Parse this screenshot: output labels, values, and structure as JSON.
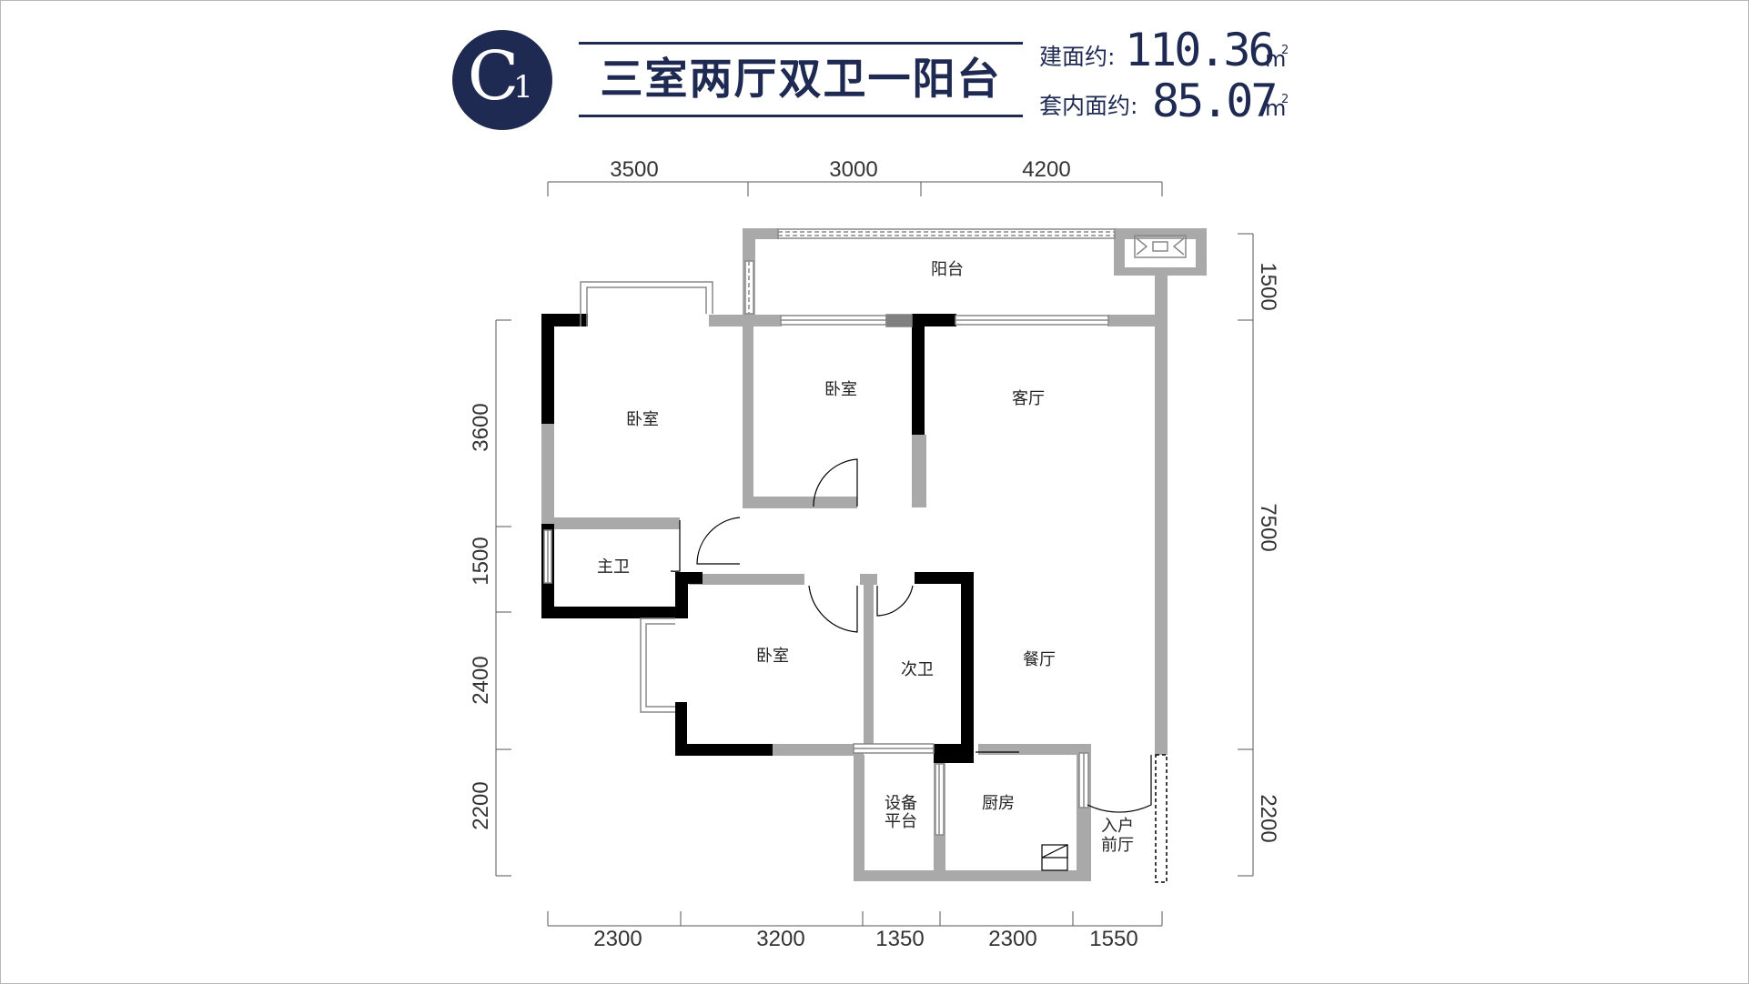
{
  "header": {
    "badge_letter": "C",
    "badge_number": "1",
    "layout_name": "三室两厅双卫一阳台",
    "building_area": {
      "label": "建面约:",
      "value": "110.36",
      "unit": "m",
      "sup": "2"
    },
    "interior_area": {
      "label": "套内面约:",
      "value": "85.07",
      "unit": "m",
      "sup": "2"
    }
  },
  "rooms": {
    "balcony": "阳台",
    "bedroom_master": "卧室",
    "bedroom_second": "卧室",
    "bedroom_third": "卧室",
    "living_room": "客厅",
    "dining_room": "餐厅",
    "master_bath": "主卫",
    "second_bath": "次卫",
    "equipment_line1": "设备",
    "equipment_line2": "平台",
    "kitchen": "厨房",
    "entry_line1": "入户",
    "entry_line2": "前厅"
  },
  "dimensions": {
    "top": [
      "3500",
      "3000",
      "4200"
    ],
    "bottom": [
      "2300",
      "3200",
      "1350",
      "2300",
      "1550"
    ],
    "left": [
      "3600",
      "1500",
      "2400",
      "2200"
    ],
    "right": [
      "1500",
      "7500",
      "2200"
    ]
  },
  "colors": {
    "brand_navy": "#1e2a52",
    "wall_gray": "#a9a9a9",
    "wall_black": "#000000"
  }
}
